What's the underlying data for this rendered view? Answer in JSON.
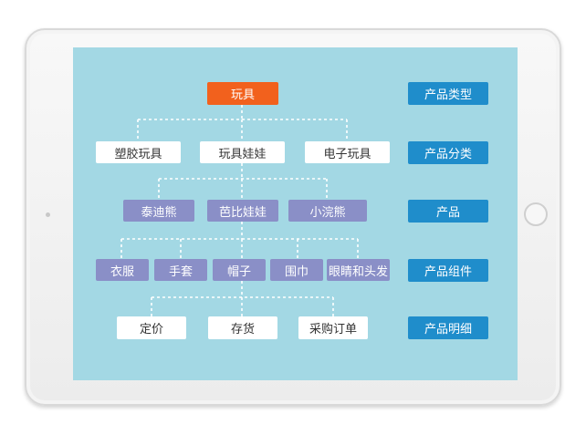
{
  "root": {
    "label": "玩具"
  },
  "categories": [
    "塑胶玩具",
    "玩具娃娃",
    "电子玩具"
  ],
  "products": [
    "泰迪熊",
    "芭比娃娃",
    "小浣熊"
  ],
  "components": [
    "衣服",
    "手套",
    "帽子",
    "围巾",
    "眼睛和头发"
  ],
  "details": [
    "定价",
    "存货",
    "采购订单"
  ],
  "levels": [
    "产品类型",
    "产品分类",
    "产品",
    "产品组件",
    "产品明细"
  ],
  "colors": {
    "screen": "#a3d8e4",
    "root": "#f2611d",
    "level_tag": "#1f8dcb",
    "product_nodes": "#8a8fc7",
    "connector": "#ffffff"
  }
}
